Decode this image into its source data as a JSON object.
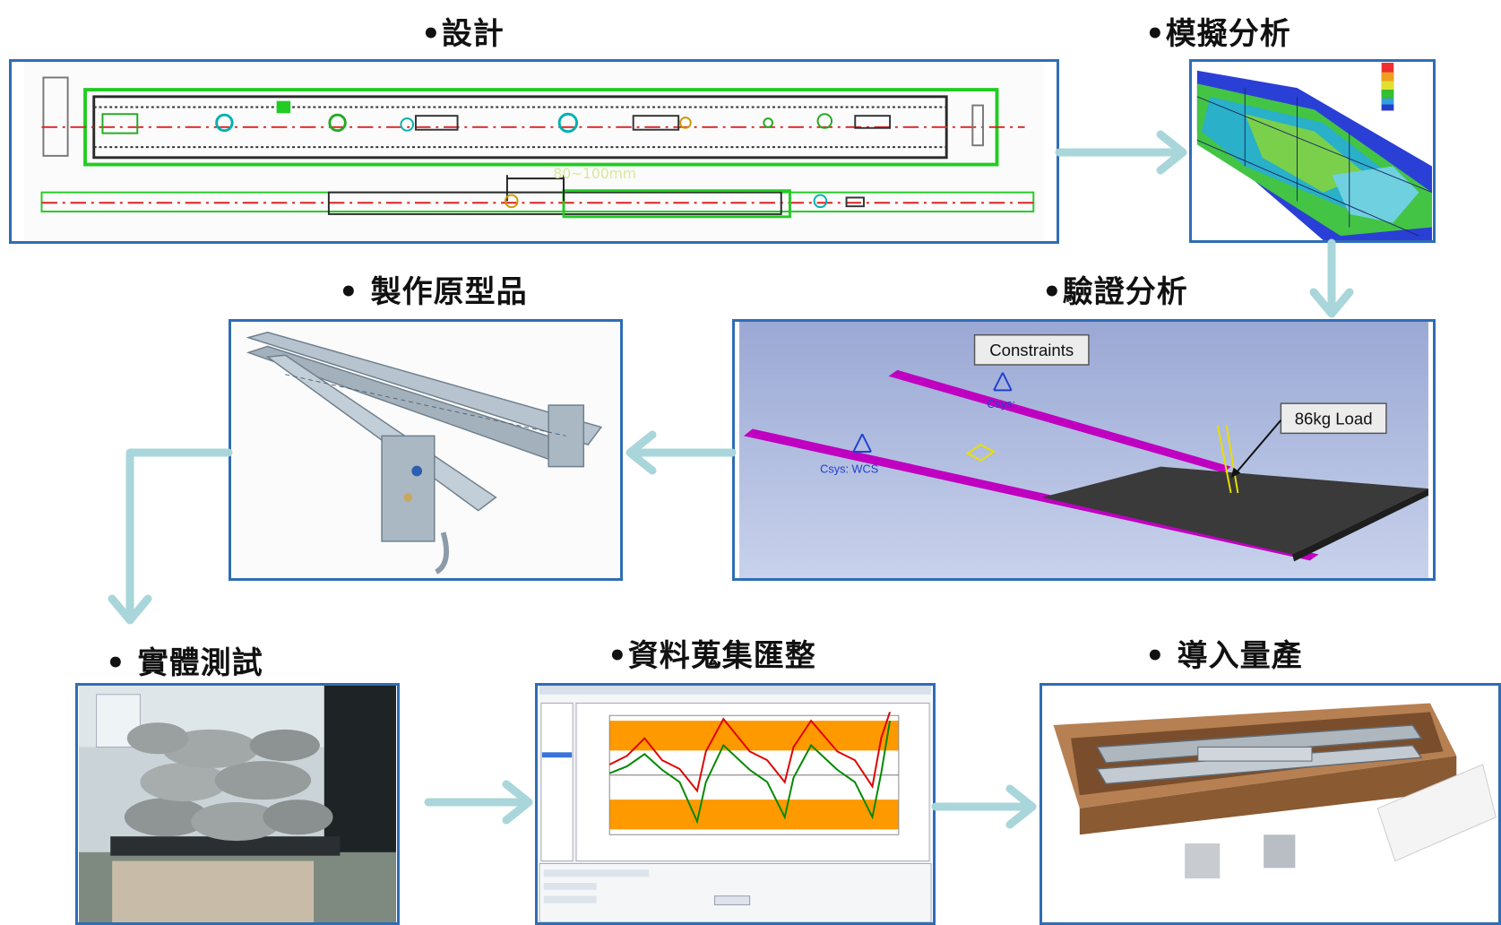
{
  "steps": {
    "design": {
      "label": "•設計"
    },
    "simulation": {
      "label": "•模擬分析"
    },
    "verification": {
      "label": "•驗證分析"
    },
    "prototype": {
      "label": "• 製作原型品"
    },
    "physical_test": {
      "label": "• 實體測試"
    },
    "data_collection": {
      "label": "•資料蒐集匯整"
    },
    "mass_production": {
      "label": "• 導入量產"
    }
  },
  "design_panel": {
    "dimension_note": "80~100mm"
  },
  "verification_panel": {
    "constraints_label": "Constraints",
    "load_label": "86kg Load",
    "csys_label_1": "Csys:",
    "csys_label_2": "Csys: WCS"
  },
  "colors": {
    "panel_border": "#2f6db5",
    "flow_arrow": "#a9d6da",
    "rail_magenta": "#c000c0",
    "design_green": "#22cc22",
    "chart_orange": "#ff9900",
    "series_red": "#e00000",
    "series_green": "#008800"
  }
}
